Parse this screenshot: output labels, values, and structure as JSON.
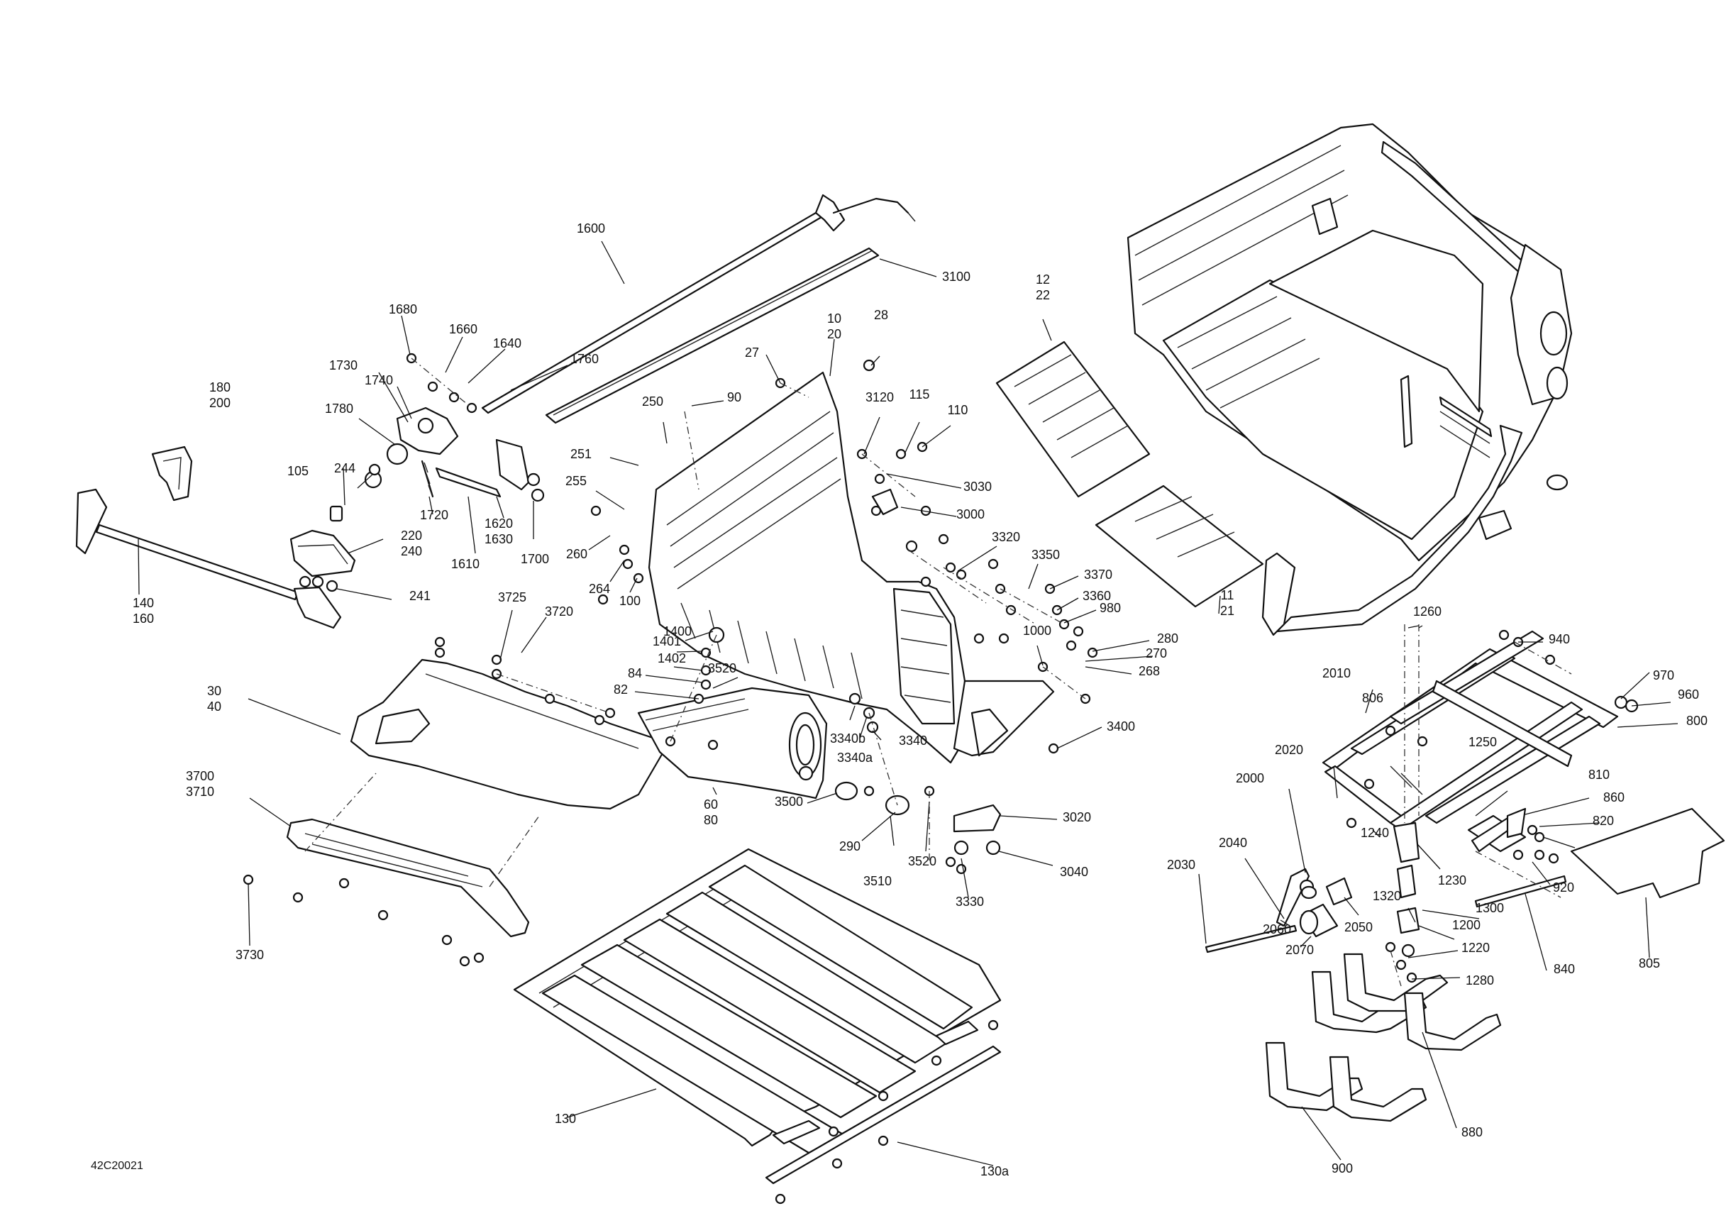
{
  "drawing_code": "42C20021",
  "callouts": [
    {
      "id": "c-1600",
      "lines": [
        "1600"
      ]
    },
    {
      "id": "c-3100",
      "lines": [
        "3100"
      ]
    },
    {
      "id": "c-1680",
      "lines": [
        "1680"
      ]
    },
    {
      "id": "c-1660",
      "lines": [
        "1660"
      ]
    },
    {
      "id": "c-1640",
      "lines": [
        "1640"
      ]
    },
    {
      "id": "c-1760",
      "lines": [
        "1760"
      ]
    },
    {
      "id": "c-1730",
      "lines": [
        "1730"
      ]
    },
    {
      "id": "c-1740",
      "lines": [
        "1740"
      ]
    },
    {
      "id": "c-1780",
      "lines": [
        "1780"
      ]
    },
    {
      "id": "c-180-200",
      "lines": [
        "180",
        "200"
      ]
    },
    {
      "id": "c-105",
      "lines": [
        "105"
      ]
    },
    {
      "id": "c-244",
      "lines": [
        "244"
      ]
    },
    {
      "id": "c-1720",
      "lines": [
        "1720"
      ]
    },
    {
      "id": "c-1620-1630",
      "lines": [
        "1620",
        "1630"
      ]
    },
    {
      "id": "c-1610",
      "lines": [
        "1610"
      ]
    },
    {
      "id": "c-1700",
      "lines": [
        "1700"
      ]
    },
    {
      "id": "c-220-240",
      "lines": [
        "220",
        "240"
      ]
    },
    {
      "id": "c-241",
      "lines": [
        "241"
      ]
    },
    {
      "id": "c-140-160",
      "lines": [
        "140",
        "160"
      ]
    },
    {
      "id": "c-10-20",
      "lines": [
        "10",
        "20"
      ]
    },
    {
      "id": "c-28",
      "lines": [
        "28"
      ]
    },
    {
      "id": "c-27",
      "lines": [
        "27"
      ]
    },
    {
      "id": "c-90",
      "lines": [
        "90"
      ]
    },
    {
      "id": "c-250",
      "lines": [
        "250"
      ]
    },
    {
      "id": "c-3120",
      "lines": [
        "3120"
      ]
    },
    {
      "id": "c-115",
      "lines": [
        "115"
      ]
    },
    {
      "id": "c-110",
      "lines": [
        "110"
      ]
    },
    {
      "id": "c-251",
      "lines": [
        "251"
      ]
    },
    {
      "id": "c-255",
      "lines": [
        "255"
      ]
    },
    {
      "id": "c-3030",
      "lines": [
        "3030"
      ]
    },
    {
      "id": "c-3000",
      "lines": [
        "3000"
      ]
    },
    {
      "id": "c-260",
      "lines": [
        "260"
      ]
    },
    {
      "id": "c-264",
      "lines": [
        "264"
      ]
    },
    {
      "id": "c-100",
      "lines": [
        "100"
      ]
    },
    {
      "id": "c-3320",
      "lines": [
        "3320"
      ]
    },
    {
      "id": "c-3350",
      "lines": [
        "3350"
      ]
    },
    {
      "id": "c-3370",
      "lines": [
        "3370"
      ]
    },
    {
      "id": "c-3360",
      "lines": [
        "3360"
      ]
    },
    {
      "id": "c-980",
      "lines": [
        "980"
      ]
    },
    {
      "id": "c-1000",
      "lines": [
        "1000"
      ]
    },
    {
      "id": "c-280",
      "lines": [
        "280"
      ]
    },
    {
      "id": "c-270",
      "lines": [
        "270"
      ]
    },
    {
      "id": "c-268",
      "lines": [
        "268"
      ]
    },
    {
      "id": "c-3725",
      "lines": [
        "3725"
      ]
    },
    {
      "id": "c-3720",
      "lines": [
        "3720"
      ]
    },
    {
      "id": "c-1400",
      "lines": [
        "1400"
      ]
    },
    {
      "id": "c-1401",
      "lines": [
        "1401"
      ]
    },
    {
      "id": "c-1402",
      "lines": [
        "1402"
      ]
    },
    {
      "id": "c-84",
      "lines": [
        "84"
      ]
    },
    {
      "id": "c-82",
      "lines": [
        "82"
      ]
    },
    {
      "id": "c-3520a",
      "lines": [
        "3520"
      ]
    },
    {
      "id": "c-30-40",
      "lines": [
        "30",
        "40"
      ]
    },
    {
      "id": "c-3340b",
      "lines": [
        "3340b"
      ]
    },
    {
      "id": "c-3340a",
      "lines": [
        "3340a"
      ]
    },
    {
      "id": "c-3340",
      "lines": [
        "3340"
      ]
    },
    {
      "id": "c-3400",
      "lines": [
        "3400"
      ]
    },
    {
      "id": "c-3700-3710",
      "lines": [
        "3700",
        "3710"
      ]
    },
    {
      "id": "c-60-80",
      "lines": [
        "60",
        "80"
      ]
    },
    {
      "id": "c-3500",
      "lines": [
        "3500"
      ]
    },
    {
      "id": "c-290",
      "lines": [
        "290"
      ]
    },
    {
      "id": "c-3020",
      "lines": [
        "3020"
      ]
    },
    {
      "id": "c-3510",
      "lines": [
        "3510"
      ]
    },
    {
      "id": "c-3520b",
      "lines": [
        "3520"
      ]
    },
    {
      "id": "c-3040",
      "lines": [
        "3040"
      ]
    },
    {
      "id": "c-3330",
      "lines": [
        "3330"
      ]
    },
    {
      "id": "c-3730",
      "lines": [
        "3730"
      ]
    },
    {
      "id": "c-130",
      "lines": [
        "130"
      ]
    },
    {
      "id": "c-130a",
      "lines": [
        "130a"
      ]
    },
    {
      "id": "c-12-22",
      "lines": [
        "12",
        "22"
      ]
    },
    {
      "id": "c-11-21",
      "lines": [
        "11",
        "21"
      ]
    },
    {
      "id": "c-1260",
      "lines": [
        "1260"
      ]
    },
    {
      "id": "c-940",
      "lines": [
        "940"
      ]
    },
    {
      "id": "c-2010",
      "lines": [
        "2010"
      ]
    },
    {
      "id": "c-806",
      "lines": [
        "806"
      ]
    },
    {
      "id": "c-970",
      "lines": [
        "970"
      ]
    },
    {
      "id": "c-960",
      "lines": [
        "960"
      ]
    },
    {
      "id": "c-800",
      "lines": [
        "800"
      ]
    },
    {
      "id": "c-1250",
      "lines": [
        "1250"
      ]
    },
    {
      "id": "c-2020",
      "lines": [
        "2020"
      ]
    },
    {
      "id": "c-810",
      "lines": [
        "810"
      ]
    },
    {
      "id": "c-2000",
      "lines": [
        "2000"
      ]
    },
    {
      "id": "c-860",
      "lines": [
        "860"
      ]
    },
    {
      "id": "c-820",
      "lines": [
        "820"
      ]
    },
    {
      "id": "c-1240",
      "lines": [
        "1240"
      ]
    },
    {
      "id": "c-2040",
      "lines": [
        "2040"
      ]
    },
    {
      "id": "c-1230",
      "lines": [
        "1230"
      ]
    },
    {
      "id": "c-2030",
      "lines": [
        "2030"
      ]
    },
    {
      "id": "c-920",
      "lines": [
        "920"
      ]
    },
    {
      "id": "c-1320",
      "lines": [
        "1320"
      ]
    },
    {
      "id": "c-1300",
      "lines": [
        "1300"
      ]
    },
    {
      "id": "c-2060",
      "lines": [
        "2060"
      ]
    },
    {
      "id": "c-2050",
      "lines": [
        "2050"
      ]
    },
    {
      "id": "c-1200",
      "lines": [
        "1200"
      ]
    },
    {
      "id": "c-2070",
      "lines": [
        "2070"
      ]
    },
    {
      "id": "c-1220",
      "lines": [
        "1220"
      ]
    },
    {
      "id": "c-840",
      "lines": [
        "840"
      ]
    },
    {
      "id": "c-1280",
      "lines": [
        "1280"
      ]
    },
    {
      "id": "c-805",
      "lines": [
        "805"
      ]
    },
    {
      "id": "c-880",
      "lines": [
        "880"
      ]
    },
    {
      "id": "c-900",
      "lines": [
        "900"
      ]
    }
  ]
}
